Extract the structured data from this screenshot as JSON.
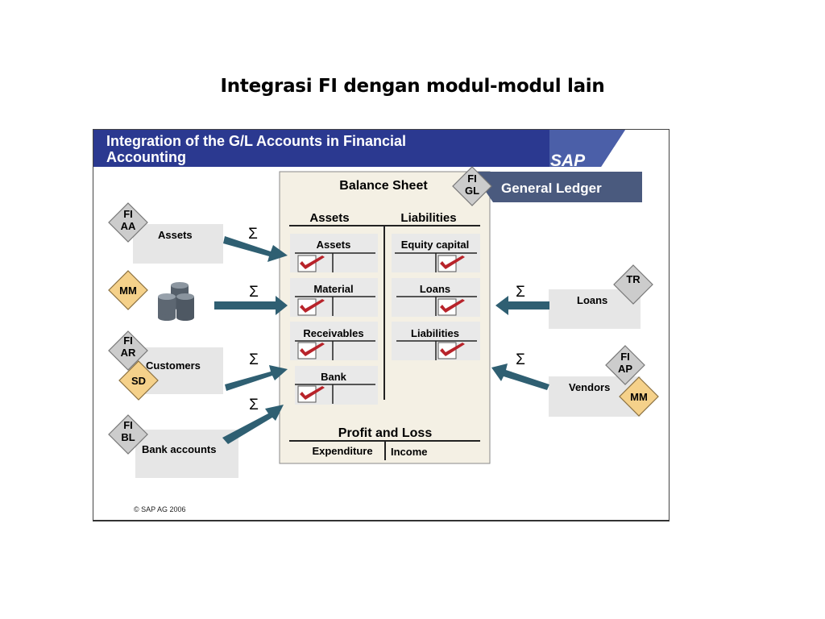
{
  "slide_title": "Integrasi FI dengan modul-modul lain",
  "figure": {
    "banner_title_line1": "Integration of the G/L Accounts in Financial",
    "banner_title_line2": "Accounting",
    "logo_text": "SAP",
    "copyright": "© SAP AG 2006",
    "sigma": "Σ",
    "general_ledger": {
      "badge_line1": "FI",
      "badge_line2": "GL",
      "label": "General Ledger"
    },
    "balance_sheet": {
      "title": "Balance Sheet",
      "assets_header": "Assets",
      "liabilities_header": "Liabilities",
      "asset_accounts": [
        "Assets",
        "Material",
        "Receivables",
        "Bank"
      ],
      "liability_accounts": [
        "Equity capital",
        "Loans",
        "Liabilities"
      ]
    },
    "profit_and_loss": {
      "title": "Profit and Loss",
      "expenditure": "Expenditure",
      "income": "Income"
    },
    "sources_left": [
      {
        "label": "Assets",
        "badges": [
          [
            "FI",
            "AA"
          ]
        ]
      },
      {
        "label": "",
        "badges": [
          [
            "MM"
          ]
        ],
        "icon": "database-icon"
      },
      {
        "label": "Customers",
        "badges": [
          [
            "FI",
            "AR"
          ],
          [
            "SD"
          ]
        ]
      },
      {
        "label": "Bank accounts",
        "badges": [
          [
            "FI",
            "BL"
          ]
        ]
      }
    ],
    "sources_right": [
      {
        "label": "Loans",
        "badges": [
          [
            "TR"
          ]
        ]
      },
      {
        "label": "Vendors",
        "badges": [
          [
            "FI",
            "AP"
          ],
          [
            "MM"
          ]
        ]
      }
    ],
    "colors": {
      "banner": "#2b3990",
      "general_ledger_bar": "#4a5a7e",
      "sheet_background": "#f4f0e4",
      "account_box": "#e9e9e9",
      "arrow": "#2f5f72",
      "checkmark": "#b8232a",
      "badge_grey": "#cccccc",
      "badge_yellow": "#f5d18a"
    }
  }
}
